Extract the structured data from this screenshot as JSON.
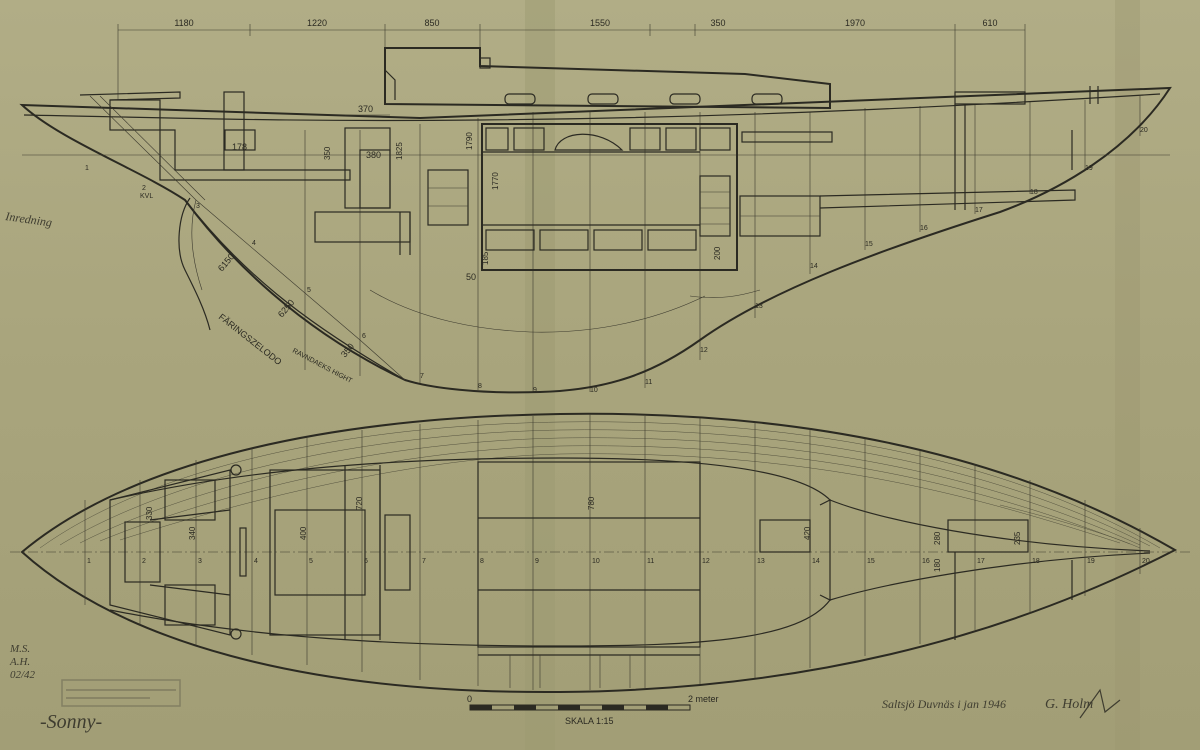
{
  "dimensions_top": [
    "1180",
    "1220",
    "850",
    "1550",
    "350",
    "1970",
    "610"
  ],
  "profile_dims": [
    "370",
    "350",
    "380",
    "178",
    "1825",
    "1790",
    "1770",
    "200",
    "50",
    "185"
  ],
  "diagonal_labels": [
    "6150",
    "6250",
    "350"
  ],
  "keel_text": "FÄRINGSZELODO",
  "keel_sub": "RAVNDAEKS HIGHT",
  "lwl_label": "KVL",
  "plan_dims": [
    "330",
    "340",
    "400",
    "720",
    "780",
    "420",
    "280",
    "180",
    "235"
  ],
  "stations": [
    "1",
    "2",
    "3",
    "4",
    "5",
    "6",
    "7",
    "8",
    "9",
    "10",
    "11",
    "12",
    "13",
    "14",
    "15",
    "16",
    "17",
    "18",
    "19",
    "20"
  ],
  "scale_label": "SKALA 1:15",
  "scale_zero": "0",
  "scale_end": "2 meter",
  "signature_place": "Saltsjö Duvnäs i jan 1946",
  "signature_name": "G. Holm",
  "boat_name": "-Sonny-",
  "margin_note": "Inredning",
  "stamp_lines": [
    "M.S.",
    "A.H.",
    "02/42"
  ]
}
